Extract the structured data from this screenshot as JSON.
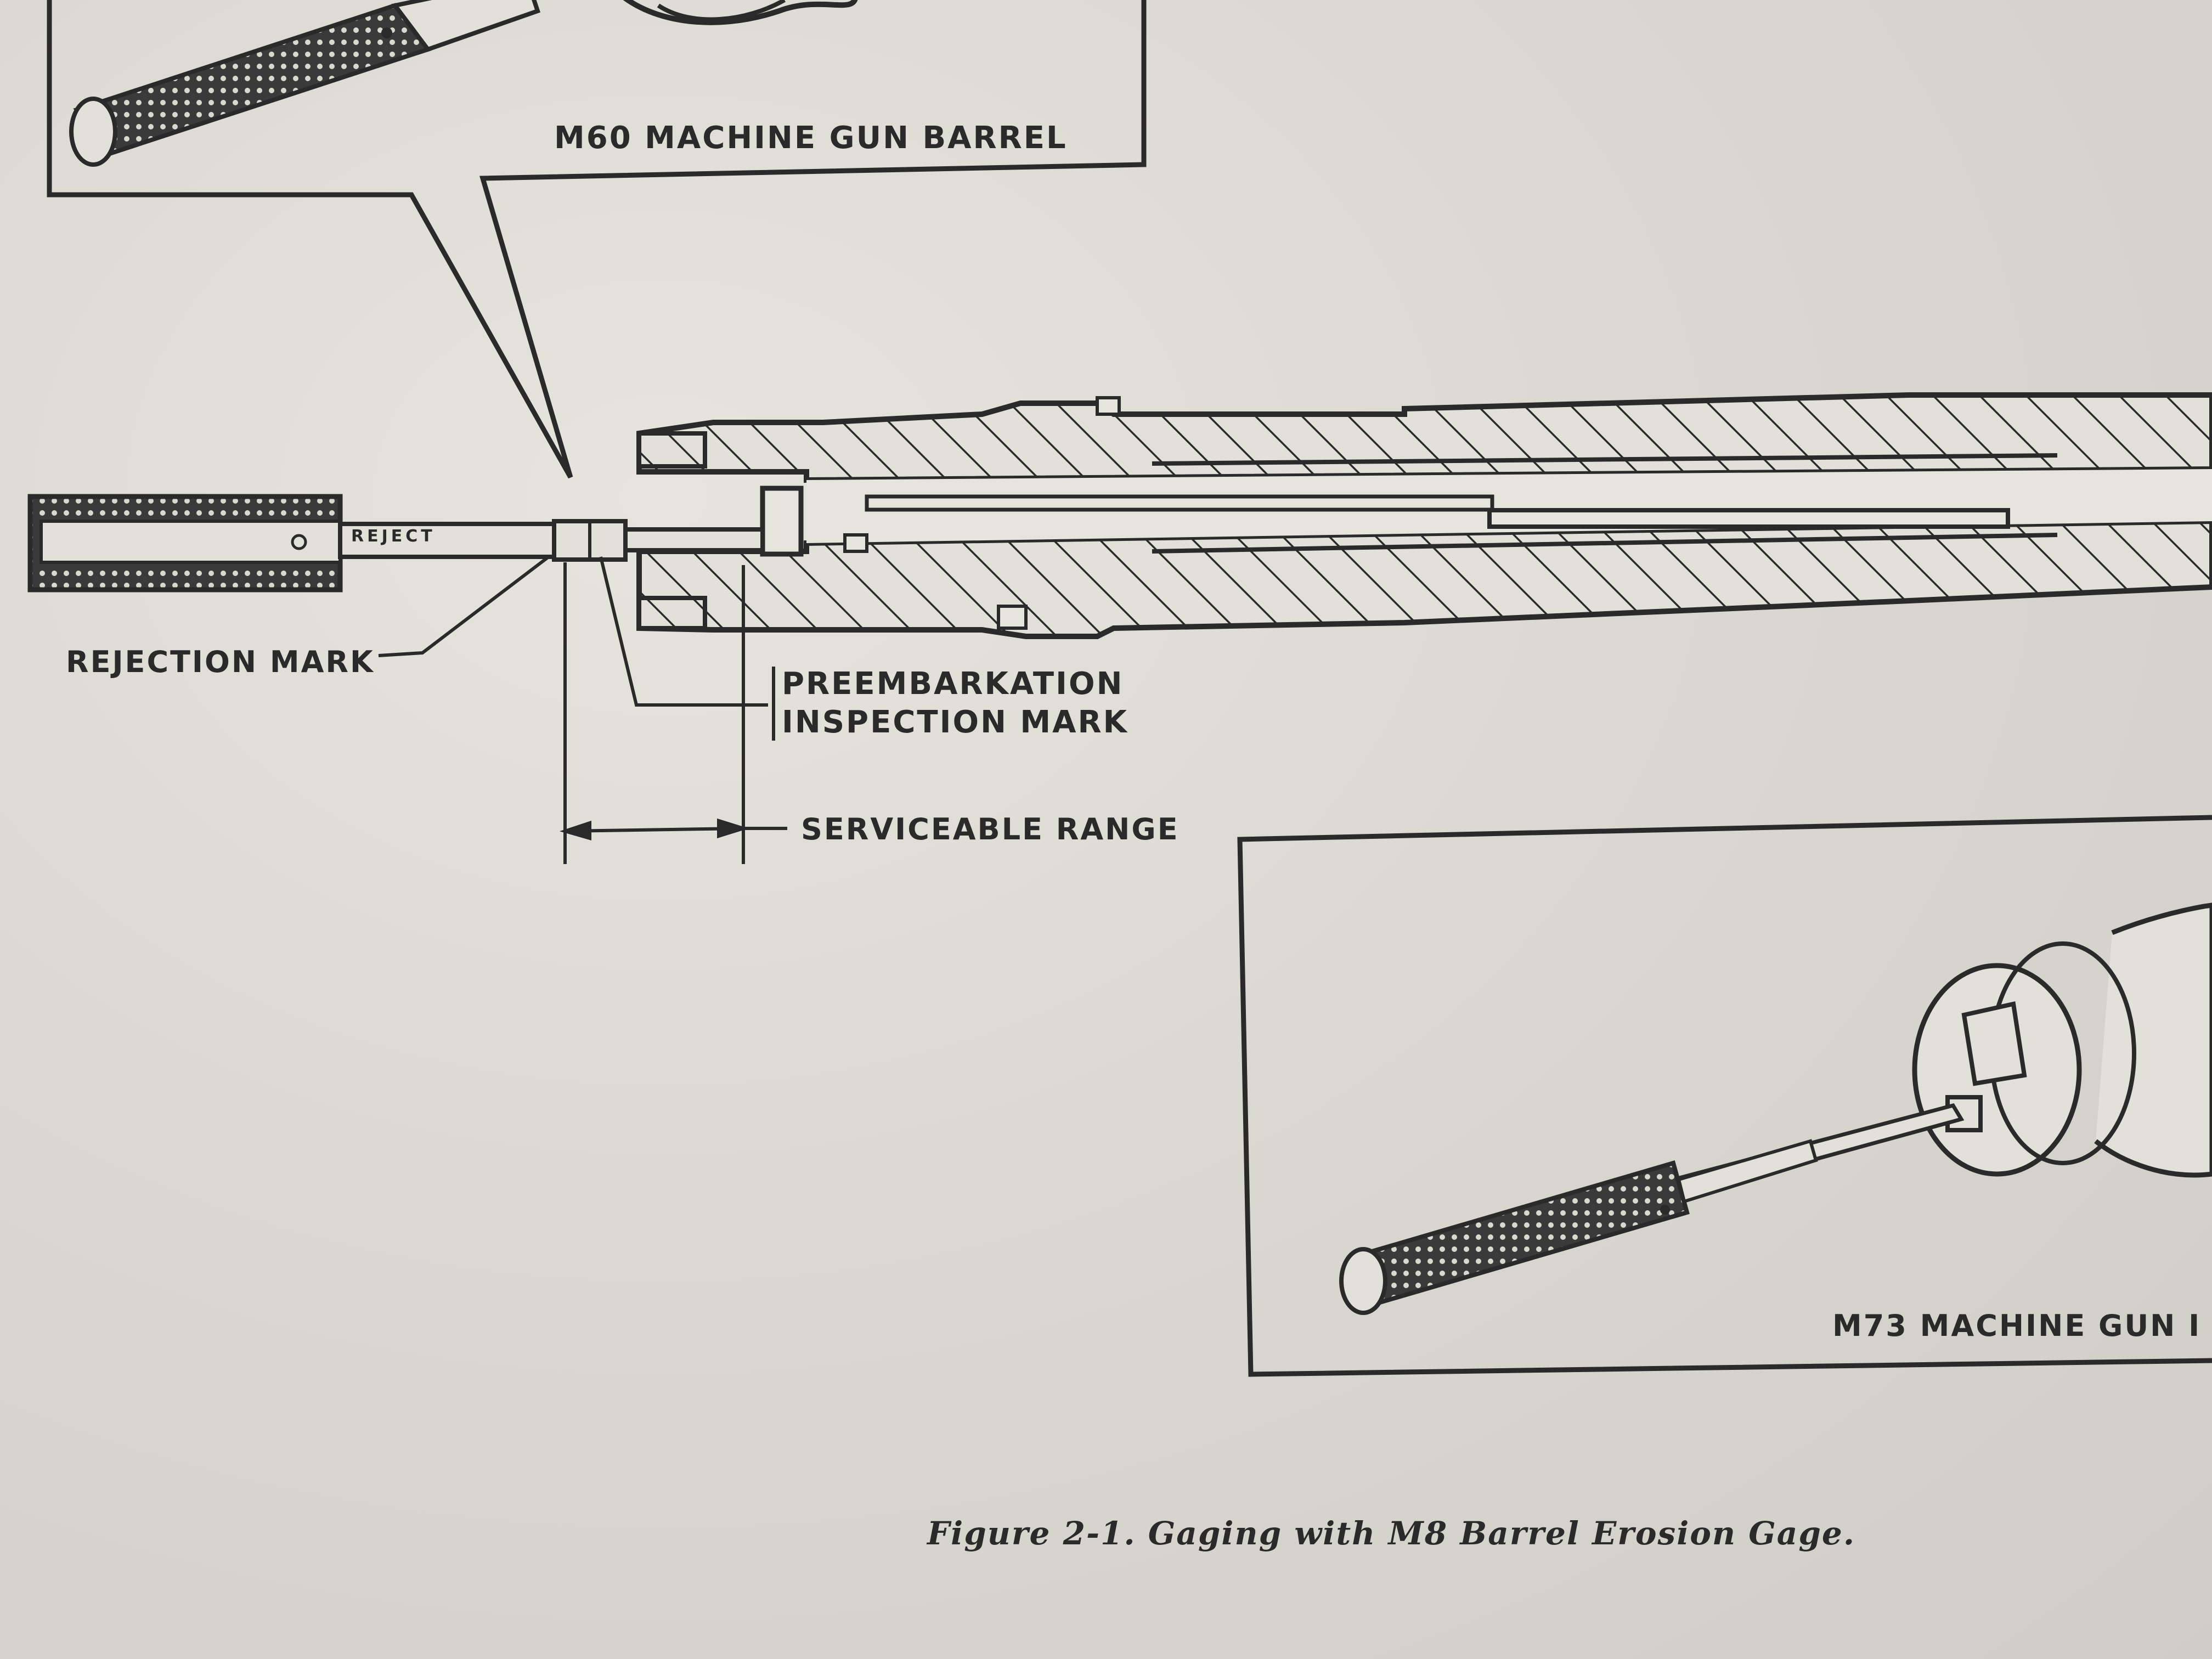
{
  "labels": {
    "m60_barrel": "M60 MACHINE GUN BARREL",
    "m73_barrel": "M73 MACHINE GUN I",
    "rejection_mark": "REJECTION MARK",
    "preembarkation_line1": "PREEMBARKATION",
    "preembarkation_line2": "INSPECTION MARK",
    "serviceable_range": "SERVICEABLE RANGE",
    "reject_stamp": "REJECT"
  },
  "caption": "Figure 2-1. Gaging with M8 Barrel Erosion Gage."
}
